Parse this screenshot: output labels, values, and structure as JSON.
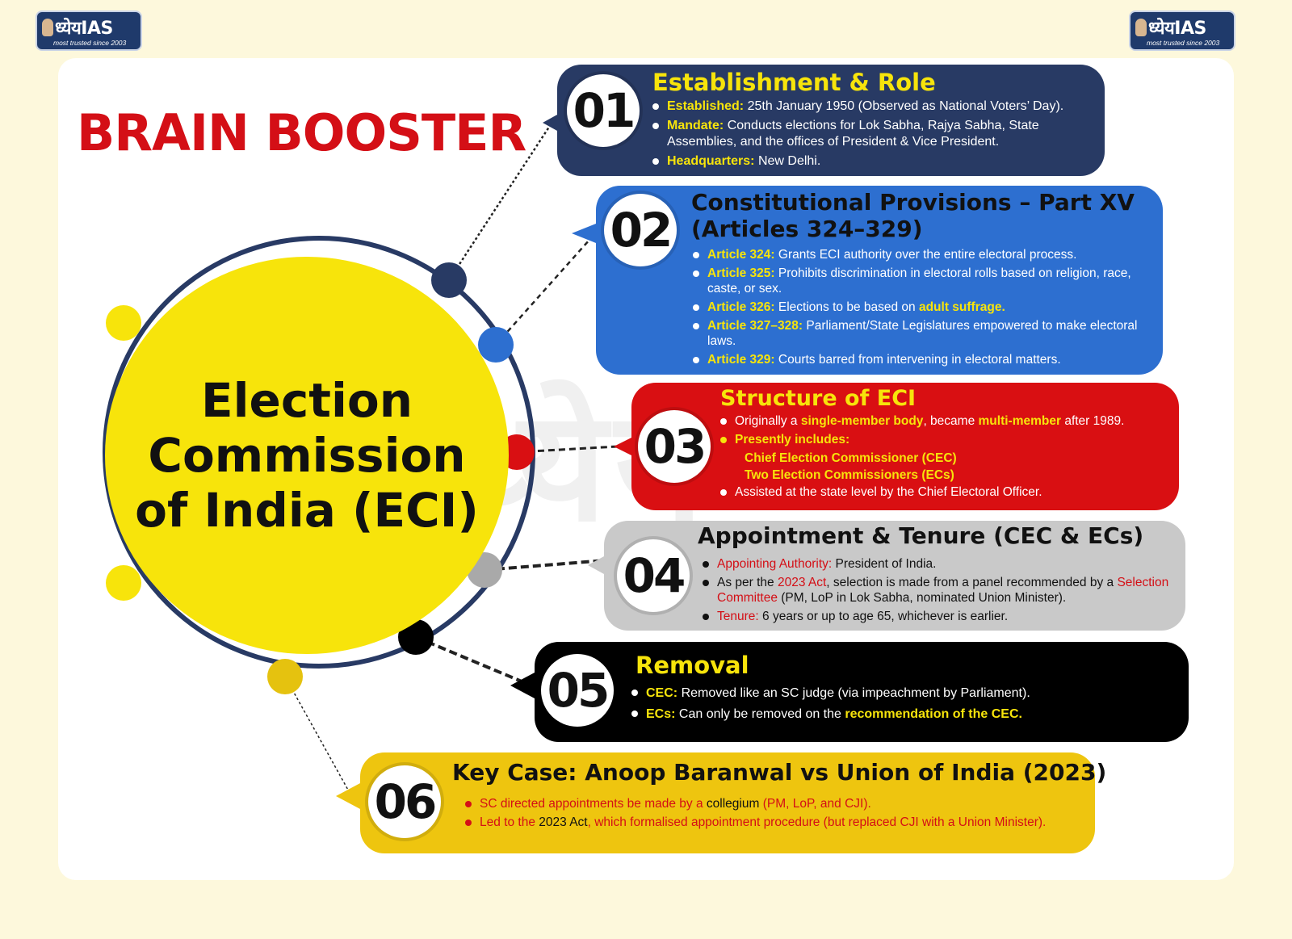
{
  "logo": {
    "brand": "ध्येयIAS",
    "tagline": "most trusted since 2003"
  },
  "watermark": "ध्येय",
  "title": "BRAIN BOOSTER",
  "center": {
    "line1": "Election",
    "line2": "Commission",
    "line3": "of India (ECI)"
  },
  "sections": [
    {
      "number": "01",
      "title": "Establishment & Role",
      "items": [
        {
          "label": "Established:",
          "text": "25th January 1950 (Observed as National Voters’ Day)."
        },
        {
          "label": "Mandate:",
          "text": "Conducts elections for Lok Sabha, Rajya Sabha, State Assemblies, and the offices of President & Vice President."
        },
        {
          "label": "Headquarters:",
          "text": "New Delhi."
        }
      ]
    },
    {
      "number": "02",
      "title_line1": "Constitutional Provisions – Part XV",
      "title_line2": "(Articles 324–329)",
      "items": [
        {
          "label": "Article 324:",
          "text": "Grants ECI authority over the entire electoral process."
        },
        {
          "label": "Article 325:",
          "text": "Prohibits discrimination in electoral rolls based on religion, race, caste, or sex."
        },
        {
          "label": "Article 326:",
          "text": "Elections to be based on",
          "highlight": "adult suffrage."
        },
        {
          "label": "Article 327–328:",
          "text": "Parliament/State Legislatures empowered to make electoral laws."
        },
        {
          "label": "Article 329:",
          "text": "Courts barred from intervening in electoral matters."
        }
      ]
    },
    {
      "number": "03",
      "title": "Structure of ECI",
      "item1": {
        "pre": "Originally a",
        "hl1": "single-member body",
        "mid": ", became",
        "hl2": "multi-member",
        "post": "after 1989."
      },
      "item2": "Presently includes:",
      "sub1": "Chief Election Commissioner (CEC)",
      "sub2": "Two Election Commissioners (ECs)",
      "item3": "Assisted at the state level by the Chief Electoral Officer."
    },
    {
      "number": "04",
      "title": "Appointment & Tenure (CEC & ECs)",
      "item1": {
        "label": "Appointing Authority:",
        "text": "President of India."
      },
      "item2": {
        "pre": "As per the",
        "hl1": "2023 Act",
        "mid": ", selection is made from a panel recommended by a",
        "hl2": "Selection Committee",
        "post": "(PM, LoP in Lok Sabha, nominated Union Minister)."
      },
      "item3": {
        "label": "Tenure:",
        "text": "6 years or up to age 65, whichever is earlier."
      }
    },
    {
      "number": "05",
      "title": "Removal",
      "item1": {
        "label": "CEC:",
        "text": "Removed like an SC judge (via impeachment by Parliament)."
      },
      "item2": {
        "label": "ECs:",
        "text": "Can only be removed on the",
        "highlight": "recommendation of the CEC."
      }
    },
    {
      "number": "06",
      "title": "Key Case: Anoop Baranwal vs Union of India (2023)",
      "item1": {
        "pre": "SC directed appointments be made by a",
        "hl": "collegium",
        "post": "(PM, LoP, and CJI)."
      },
      "item2": {
        "pre": "Led to the",
        "hl": "2023 Act",
        "post": ", which formalised appointment procedure (but replaced CJI with a Union Minister)."
      }
    }
  ],
  "colors": {
    "background": "#fdf8dc",
    "title_red": "#d40f16",
    "center_yellow": "#f7e40b",
    "box1": "#283a64",
    "box2": "#2d6fd0",
    "box3": "#d90f12",
    "box4": "#c9c9c9",
    "box5": "#000000",
    "box6": "#eec50f"
  }
}
